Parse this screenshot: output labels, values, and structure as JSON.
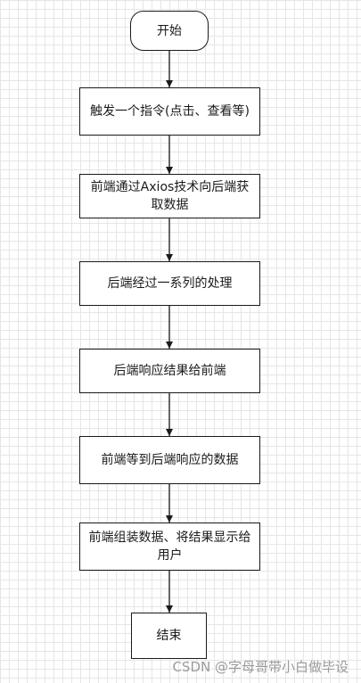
{
  "flowchart": {
    "start": "开始",
    "steps": [
      "触发一个指令(点击、查看等)",
      "前端通过Axios技术向后端获取数据",
      "后端经过一系列的处理",
      "后端响应结果给前端",
      "前端等到后端响应的数据",
      "前端组装数据、将结果显示给用户"
    ],
    "end": "结束"
  },
  "watermark": "CSDN @字母哥带小白做毕设",
  "colors": {
    "line": "#1a1a1a",
    "grid": "#e6e6e6",
    "watermark": "#9a9a9a"
  }
}
